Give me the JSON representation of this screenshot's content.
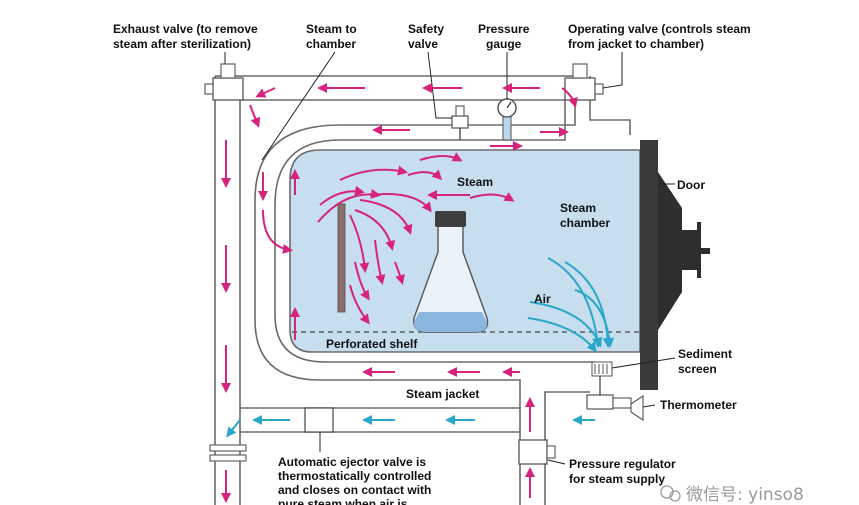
{
  "labels": {
    "exhaust_valve": [
      "Exhaust valve (to remove",
      "steam after sterilization)"
    ],
    "steam_to_chamber": [
      "Steam to",
      "chamber"
    ],
    "safety_valve": [
      "Safety",
      "valve"
    ],
    "pressure_gauge": [
      "Pressure",
      "gauge"
    ],
    "operating_valve": [
      "Operating valve (controls steam",
      "from jacket to chamber)"
    ],
    "door": "Door",
    "steam": "Steam",
    "steam_chamber": [
      "Steam",
      "chamber"
    ],
    "air": "Air",
    "perforated_shelf": "Perforated shelf",
    "sediment_screen": [
      "Sediment",
      "screen"
    ],
    "steam_jacket": "Steam jacket",
    "thermometer": "Thermometer",
    "ejector_valve": [
      "Automatic ejector valve is",
      "thermostatically controlled",
      "and closes on contact with",
      "pure steam when air is"
    ],
    "pressure_regulator": [
      "Pressure regulator",
      "for steam supply"
    ]
  },
  "watermark": "微信号: yinso8",
  "colors": {
    "steam_arrow": "#d6237e",
    "air_arrow": "#2aa7c9",
    "chamber_fill": "#c7deef",
    "pipe_stroke": "#6b6b6b",
    "door": "#3a3a3a"
  }
}
